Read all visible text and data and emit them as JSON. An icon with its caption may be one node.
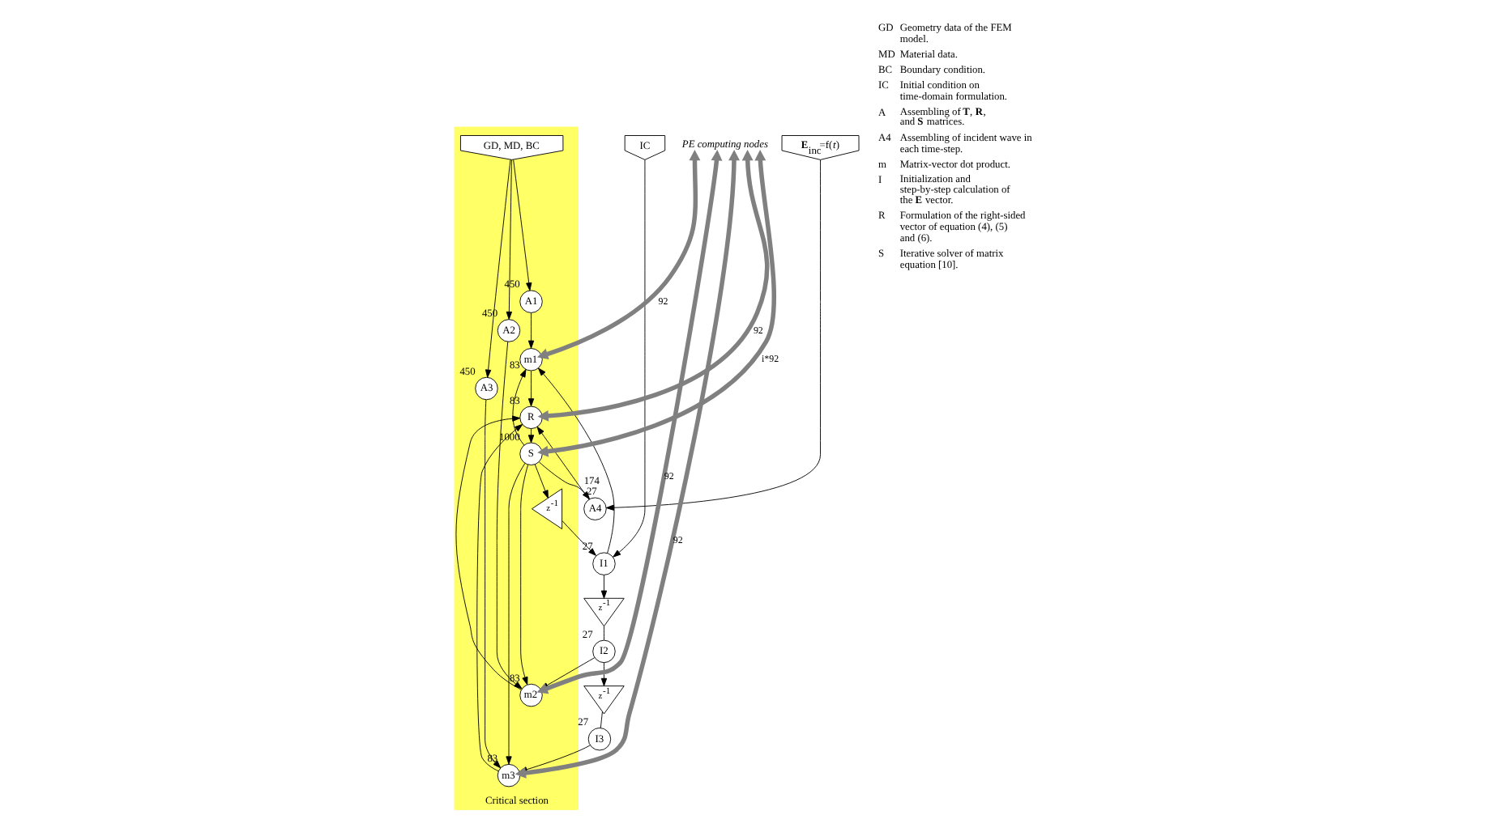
{
  "diagram": {
    "nodes": [
      {
        "text": [
          "Critical section"
        ]
      },
      {
        "text": [
          "GD, MD, BC"
        ],
        "in": 0
      },
      {
        "text": [
          "IC"
        ]
      },
      {
        "text": [
          "**E**$_{inc}$=f(*t*)"
        ]
      },
      {
        "text": [
          "A1"
        ],
        "in": 0,
        "beside": [
          "450"
        ]
      },
      {
        "text": [
          "A2"
        ],
        "in": 0,
        "beside": [
          "450"
        ]
      },
      {
        "text": [
          "A3"
        ],
        "in": 0,
        "beside": [
          "450"
        ]
      },
      {
        "text": [
          "I1"
        ],
        "beside": [
          "27"
        ]
      },
      {
        "text": [
          "z$^{-1}$"
        ]
      },
      {
        "text": [
          "I2"
        ],
        "beside": [
          "27"
        ]
      },
      {
        "text": [
          "z$^{-1}$"
        ]
      },
      {
        "text": [
          "I3"
        ],
        "beside": [
          "27"
        ]
      },
      {
        "text": [
          "m1"
        ],
        "in": 0,
        "beside": [
          "83"
        ]
      },
      {
        "text": [
          "m2"
        ],
        "in": 0,
        "beside": [
          "83"
        ]
      },
      {
        "text": [
          "m3"
        ],
        "in": 0,
        "beside": [
          "83"
        ]
      },
      {
        "text": [
          "A4"
        ],
        "beside": [
          "174",
          "27"
        ]
      },
      {
        "text": [
          "R"
        ],
        "in": 0,
        "beside": [
          "83"
        ]
      },
      {
        "text": [
          "S"
        ],
        "in": 0,
        "beside": [
          "1000"
        ]
      },
      {
        "text": [
          "z$^{-1}$"
        ],
        "in": 0
      },
      {
        "text": [
          "PE computing nodes"
        ]
      }
    ],
    "edges": [
      {
        "from": 1,
        "to": 4,
        "arrow": "to"
      },
      {
        "from": 1,
        "to": 5,
        "arrow": "to"
      },
      {
        "from": 1,
        "to": 6,
        "arrow": "to"
      },
      {
        "from": 2,
        "to": 7,
        "arrow": "to"
      },
      {
        "from": 3,
        "to": 15,
        "arrow": "to"
      },
      {
        "from": 4,
        "to": 12,
        "arrow": "to"
      },
      {
        "from": 5,
        "to": 13,
        "arrow": "to"
      },
      {
        "from": 6,
        "to": 14,
        "arrow": "to"
      },
      {
        "from": 7,
        "to": 8,
        "arrow": "to"
      },
      {
        "from": 8,
        "to": 9,
        "arrow": "none"
      },
      {
        "from": 9,
        "to": 10,
        "arrow": "to"
      },
      {
        "from": 10,
        "to": 11,
        "arrow": "none"
      },
      {
        "from": 7,
        "to": 12,
        "arrow": "to"
      },
      {
        "from": 9,
        "to": 13,
        "arrow": "to"
      },
      {
        "from": 11,
        "to": 14,
        "arrow": "to"
      },
      {
        "from": 12,
        "to": 16,
        "arrow": "to"
      },
      {
        "from": 13,
        "to": 16,
        "arrow": "to"
      },
      {
        "from": 14,
        "to": 16,
        "arrow": "to"
      },
      {
        "from": 15,
        "to": 16,
        "arrow": "to"
      },
      {
        "from": 16,
        "to": 17,
        "arrow": "to"
      },
      {
        "from": 17,
        "to": 18,
        "arrow": "to"
      },
      {
        "from": 18,
        "to": 7,
        "arrow": "to"
      },
      {
        "from": 17,
        "to": 15,
        "arrow": "to"
      },
      {
        "from": 17,
        "to": 12,
        "arrow": "to"
      },
      {
        "from": 17,
        "to": 13,
        "arrow": "to"
      },
      {
        "from": 17,
        "to": 14,
        "arrow": "to"
      },
      {
        "from": 19,
        "to": 12,
        "arrow": "both",
        "label": "92",
        "style": "thick",
        "color": "#808080"
      },
      {
        "from": 19,
        "to": 13,
        "arrow": "both",
        "label": "92",
        "style": "thick",
        "color": "#808080"
      },
      {
        "from": 19,
        "to": 14,
        "arrow": "both",
        "label": "92",
        "style": "thick",
        "color": "#808080"
      },
      {
        "from": 19,
        "to": 16,
        "arrow": "both",
        "label": "92",
        "style": "thick",
        "color": "#808080"
      },
      {
        "from": 19,
        "to": 17,
        "arrow": "both",
        "label": "i*92",
        "style": "thick",
        "color": "#808080"
      }
    ],
    "labels": [
      "GD",
      "Geometry data of the FEM model.",
      "MD",
      "Material data.",
      "BC",
      "Boundary condition.",
      "IC",
      "Initial condition on time-domain formulation.",
      "A",
      "Assembling of **T**, **R**, and **S** matrices.",
      "A4",
      "Assembling of incident wave in each time-step.",
      "m",
      "Matrix-vector dot product.",
      "I",
      "Initialization and step-by-step calculation of the **E** vector.",
      "R",
      "Formulation of the right-sided vector of equation (4), (5) and (6).",
      "S",
      "Iterative solver of matrix equation [10]."
    ]
  }
}
